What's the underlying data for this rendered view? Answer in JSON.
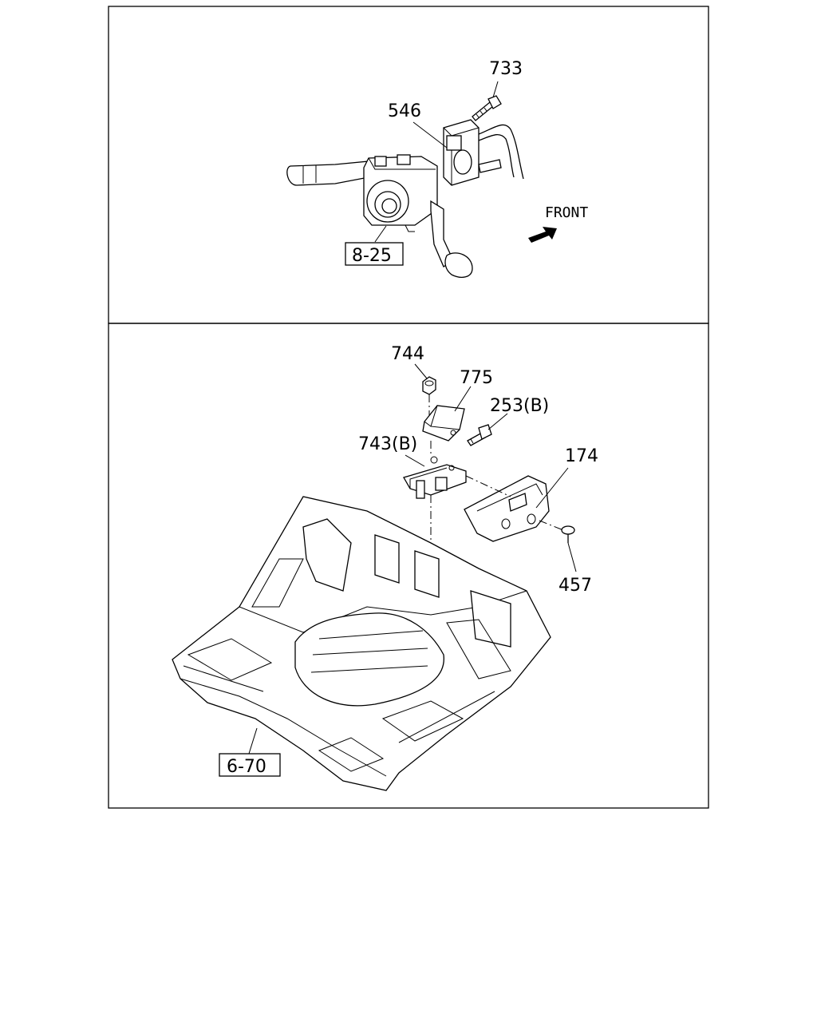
{
  "panels": {
    "top": {
      "labels": {
        "p733": "733",
        "p546": "546",
        "ref_8_25": "8-25",
        "front": "FRONT"
      }
    },
    "bottom": {
      "labels": {
        "p744": "744",
        "p775": "775",
        "p253b": "253(B)",
        "p743b": "743(B)",
        "p174": "174",
        "p457": "457",
        "ref_6_70": "6-70"
      }
    }
  }
}
